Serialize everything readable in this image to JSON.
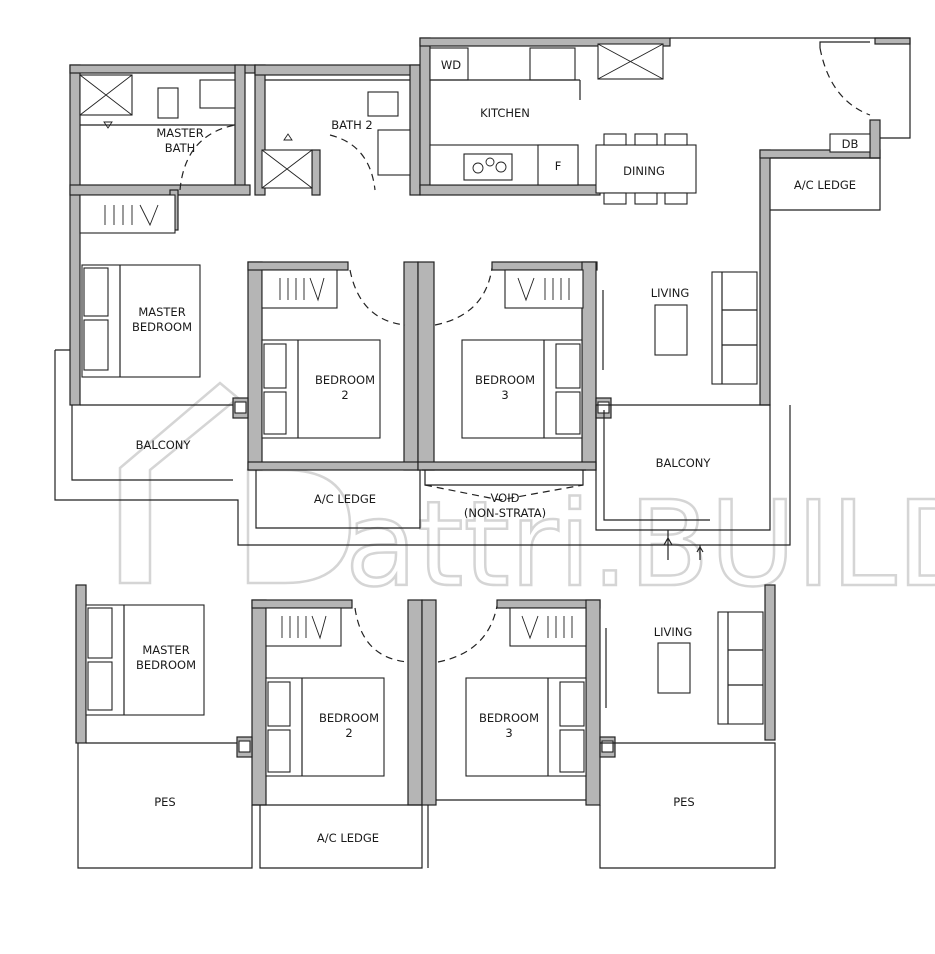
{
  "labels": {
    "master_bath": [
      "MASTER",
      "BATH"
    ],
    "bath2": "BATH 2",
    "wd": "WD",
    "kitchen": "KITCHEN",
    "fridge": "F",
    "dining": "DINING",
    "db": "DB",
    "ac_ledge_upper_right": "A/C LEDGE",
    "master_bedroom_upper": [
      "MASTER",
      "BEDROOM"
    ],
    "bedroom2_upper": [
      "BEDROOM",
      "2"
    ],
    "bedroom3_upper": [
      "BEDROOM",
      "3"
    ],
    "living_upper": "LIVING",
    "balcony_left": "BALCONY",
    "balcony_right": "BALCONY",
    "ac_ledge_upper_mid": "A/C LEDGE",
    "void": [
      "VOID",
      "(NON-STRATA)"
    ],
    "master_bedroom_lower": [
      "MASTER",
      "BEDROOM"
    ],
    "bedroom2_lower": [
      "BEDROOM",
      "2"
    ],
    "bedroom3_lower": [
      "BEDROOM",
      "3"
    ],
    "living_lower": "LIVING",
    "pes_left": "PES",
    "pes_right": "PES",
    "ac_ledge_lower": "A/C LEDGE"
  },
  "watermark": {
    "text": "attri.BUILD",
    "color": "#d5d5d5"
  },
  "colors": {
    "wall_fill": "#b5b5b5",
    "line": "#222222"
  }
}
